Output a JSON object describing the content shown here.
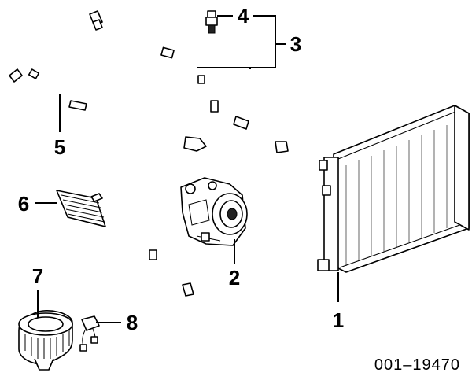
{
  "diagram": {
    "callouts": [
      "1",
      "2",
      "3",
      "4",
      "5",
      "6",
      "7",
      "8"
    ],
    "part_number": "001–19470"
  }
}
